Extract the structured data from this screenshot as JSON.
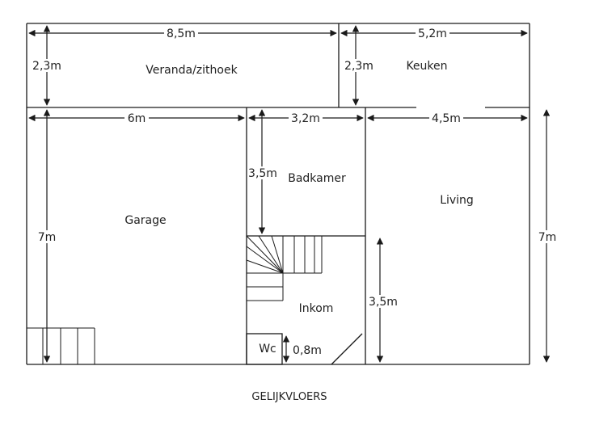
{
  "plan": {
    "title": "GELIJKVLOERS",
    "rooms": {
      "veranda": "Veranda/zithoek",
      "keuken": "Keuken",
      "garage": "Garage",
      "badkamer": "Badkamer",
      "living": "Living",
      "inkom": "Inkom",
      "wc": "Wc"
    },
    "dimensions": {
      "veranda_width": "8,5m",
      "veranda_height": "2,3m",
      "keuken_width": "5,2m",
      "keuken_height": "2,3m",
      "garage_width": "6m",
      "garage_height": "7m",
      "badkamer_width": "3,2m",
      "badkamer_height": "3,5m",
      "living_width": "4,5m",
      "living_height": "7m",
      "inkom_height": "3,5m",
      "wc_width": "0,8m"
    }
  },
  "colors": {
    "line": "#1a1a1a",
    "text": "#222222"
  }
}
